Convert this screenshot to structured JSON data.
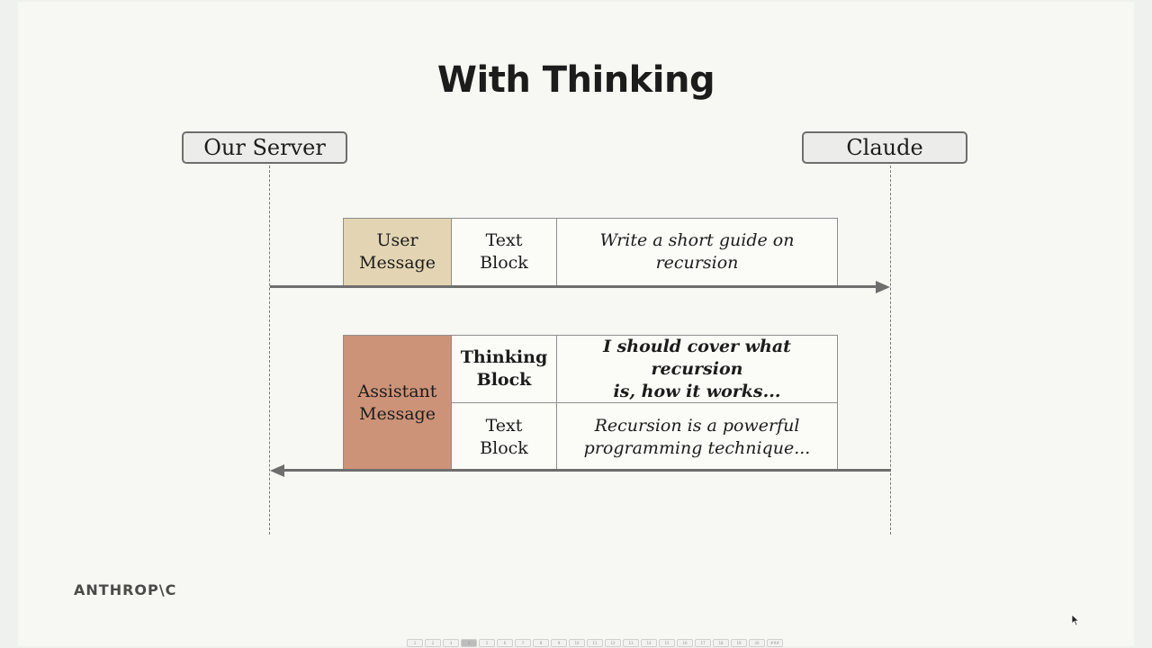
{
  "slide": {
    "title": "With Thinking",
    "logo": "ANTHROP\\C"
  },
  "actors": {
    "left": "Our Server",
    "right": "Claude"
  },
  "request": {
    "role_line1": "User",
    "role_line2": "Message",
    "role_color": "#e3d5b3",
    "block_line1": "Text",
    "block_line2": "Block",
    "content_line1": "Write a short guide on",
    "content_line2": "recursion"
  },
  "response": {
    "role_line1": "Assistant",
    "role_line2": "Message",
    "role_color": "#cd9378",
    "blocks": [
      {
        "type_line1": "Thinking",
        "type_line2": "Block",
        "content_line1": "I should cover what recursion",
        "content_line2": "is, how it works..."
      },
      {
        "type_line1": "Text",
        "type_line2": "Block",
        "content_line1": "Recursion is a powerful",
        "content_line2": "programming technique..."
      }
    ]
  },
  "pager": {
    "pages": [
      "1",
      "2",
      "3",
      "4",
      "5",
      "6",
      "7",
      "8",
      "9",
      "10",
      "11",
      "12",
      "13",
      "14",
      "15",
      "16",
      "17",
      "18",
      "19",
      "20",
      "###"
    ],
    "current": "4"
  }
}
